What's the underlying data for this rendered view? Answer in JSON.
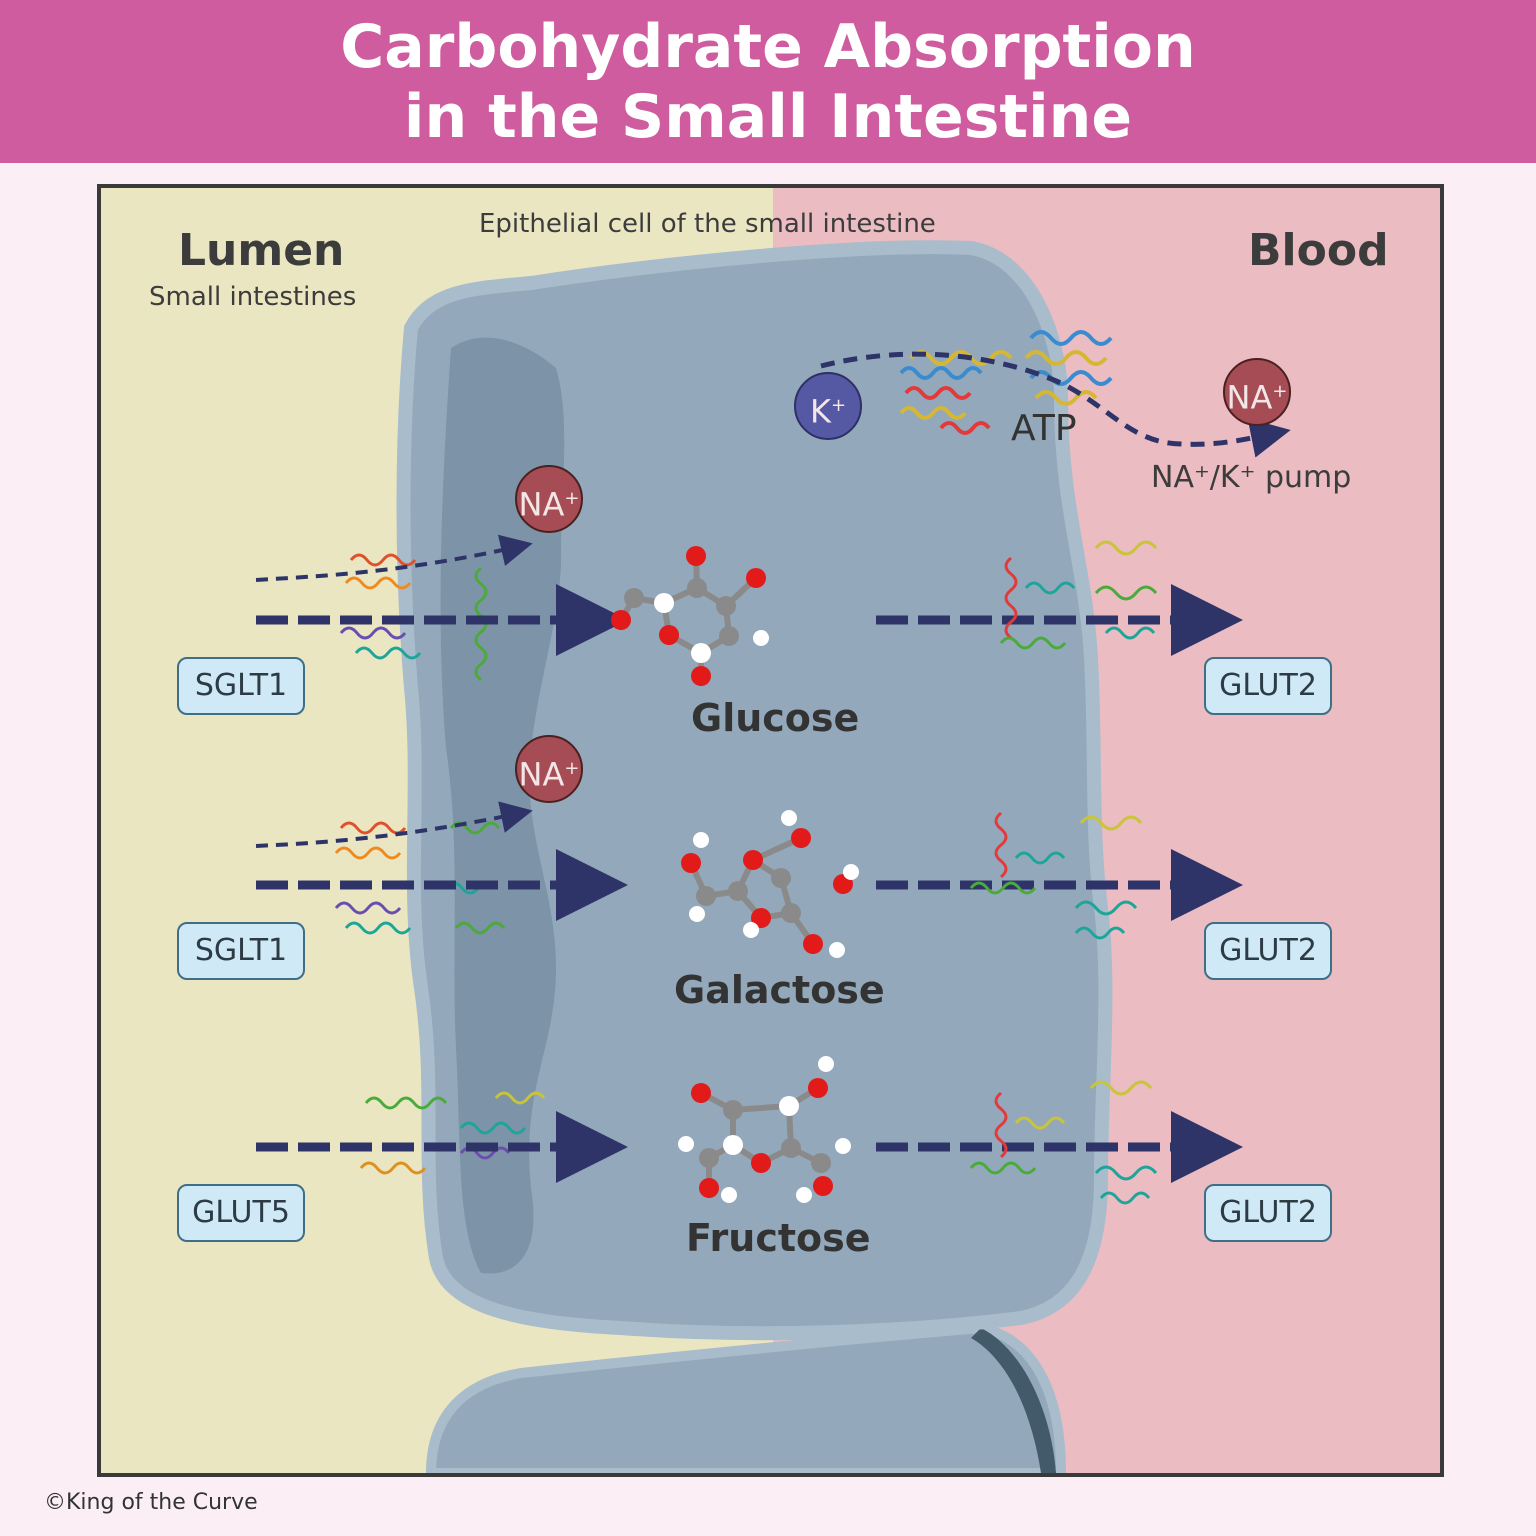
{
  "title_line1": "Carbohydrate Absorption",
  "title_line2": "in the Small Intestine",
  "lumen": {
    "title": "Lumen",
    "subtitle": "Small intestines"
  },
  "blood": {
    "title": "Blood"
  },
  "cell_label": "Epithelial cell of the small intestine",
  "pump": {
    "k_ion": "K",
    "k_charge": "+",
    "na_ion": "NA",
    "na_charge": "+",
    "atp": "ATP",
    "label": "NA⁺/K⁺ pump"
  },
  "rows": [
    {
      "sugar": "Glucose",
      "apical_transporter": "SGLT1",
      "basolateral_transporter": "GLUT2",
      "na_ion": "NA",
      "na_charge": "+"
    },
    {
      "sugar": "Galactose",
      "apical_transporter": "SGLT1",
      "basolateral_transporter": "GLUT2",
      "na_ion": "NA",
      "na_charge": "+"
    },
    {
      "sugar": "Fructose",
      "apical_transporter": "GLUT5",
      "basolateral_transporter": "GLUT2"
    }
  ],
  "copyright": "©King of the Curve",
  "colors": {
    "header": "#cf5c9f",
    "lumen_bg": "#ebe6c2",
    "blood_bg": "#ebbcc2",
    "cell": "#93a9bb",
    "arrow": "#2e3468",
    "na_ion": "#a64c55",
    "k_ion": "#5558a3",
    "oxygen": "#e21a1a",
    "carbon": "#8a8a8a",
    "hydrogen": "#ffffff"
  }
}
